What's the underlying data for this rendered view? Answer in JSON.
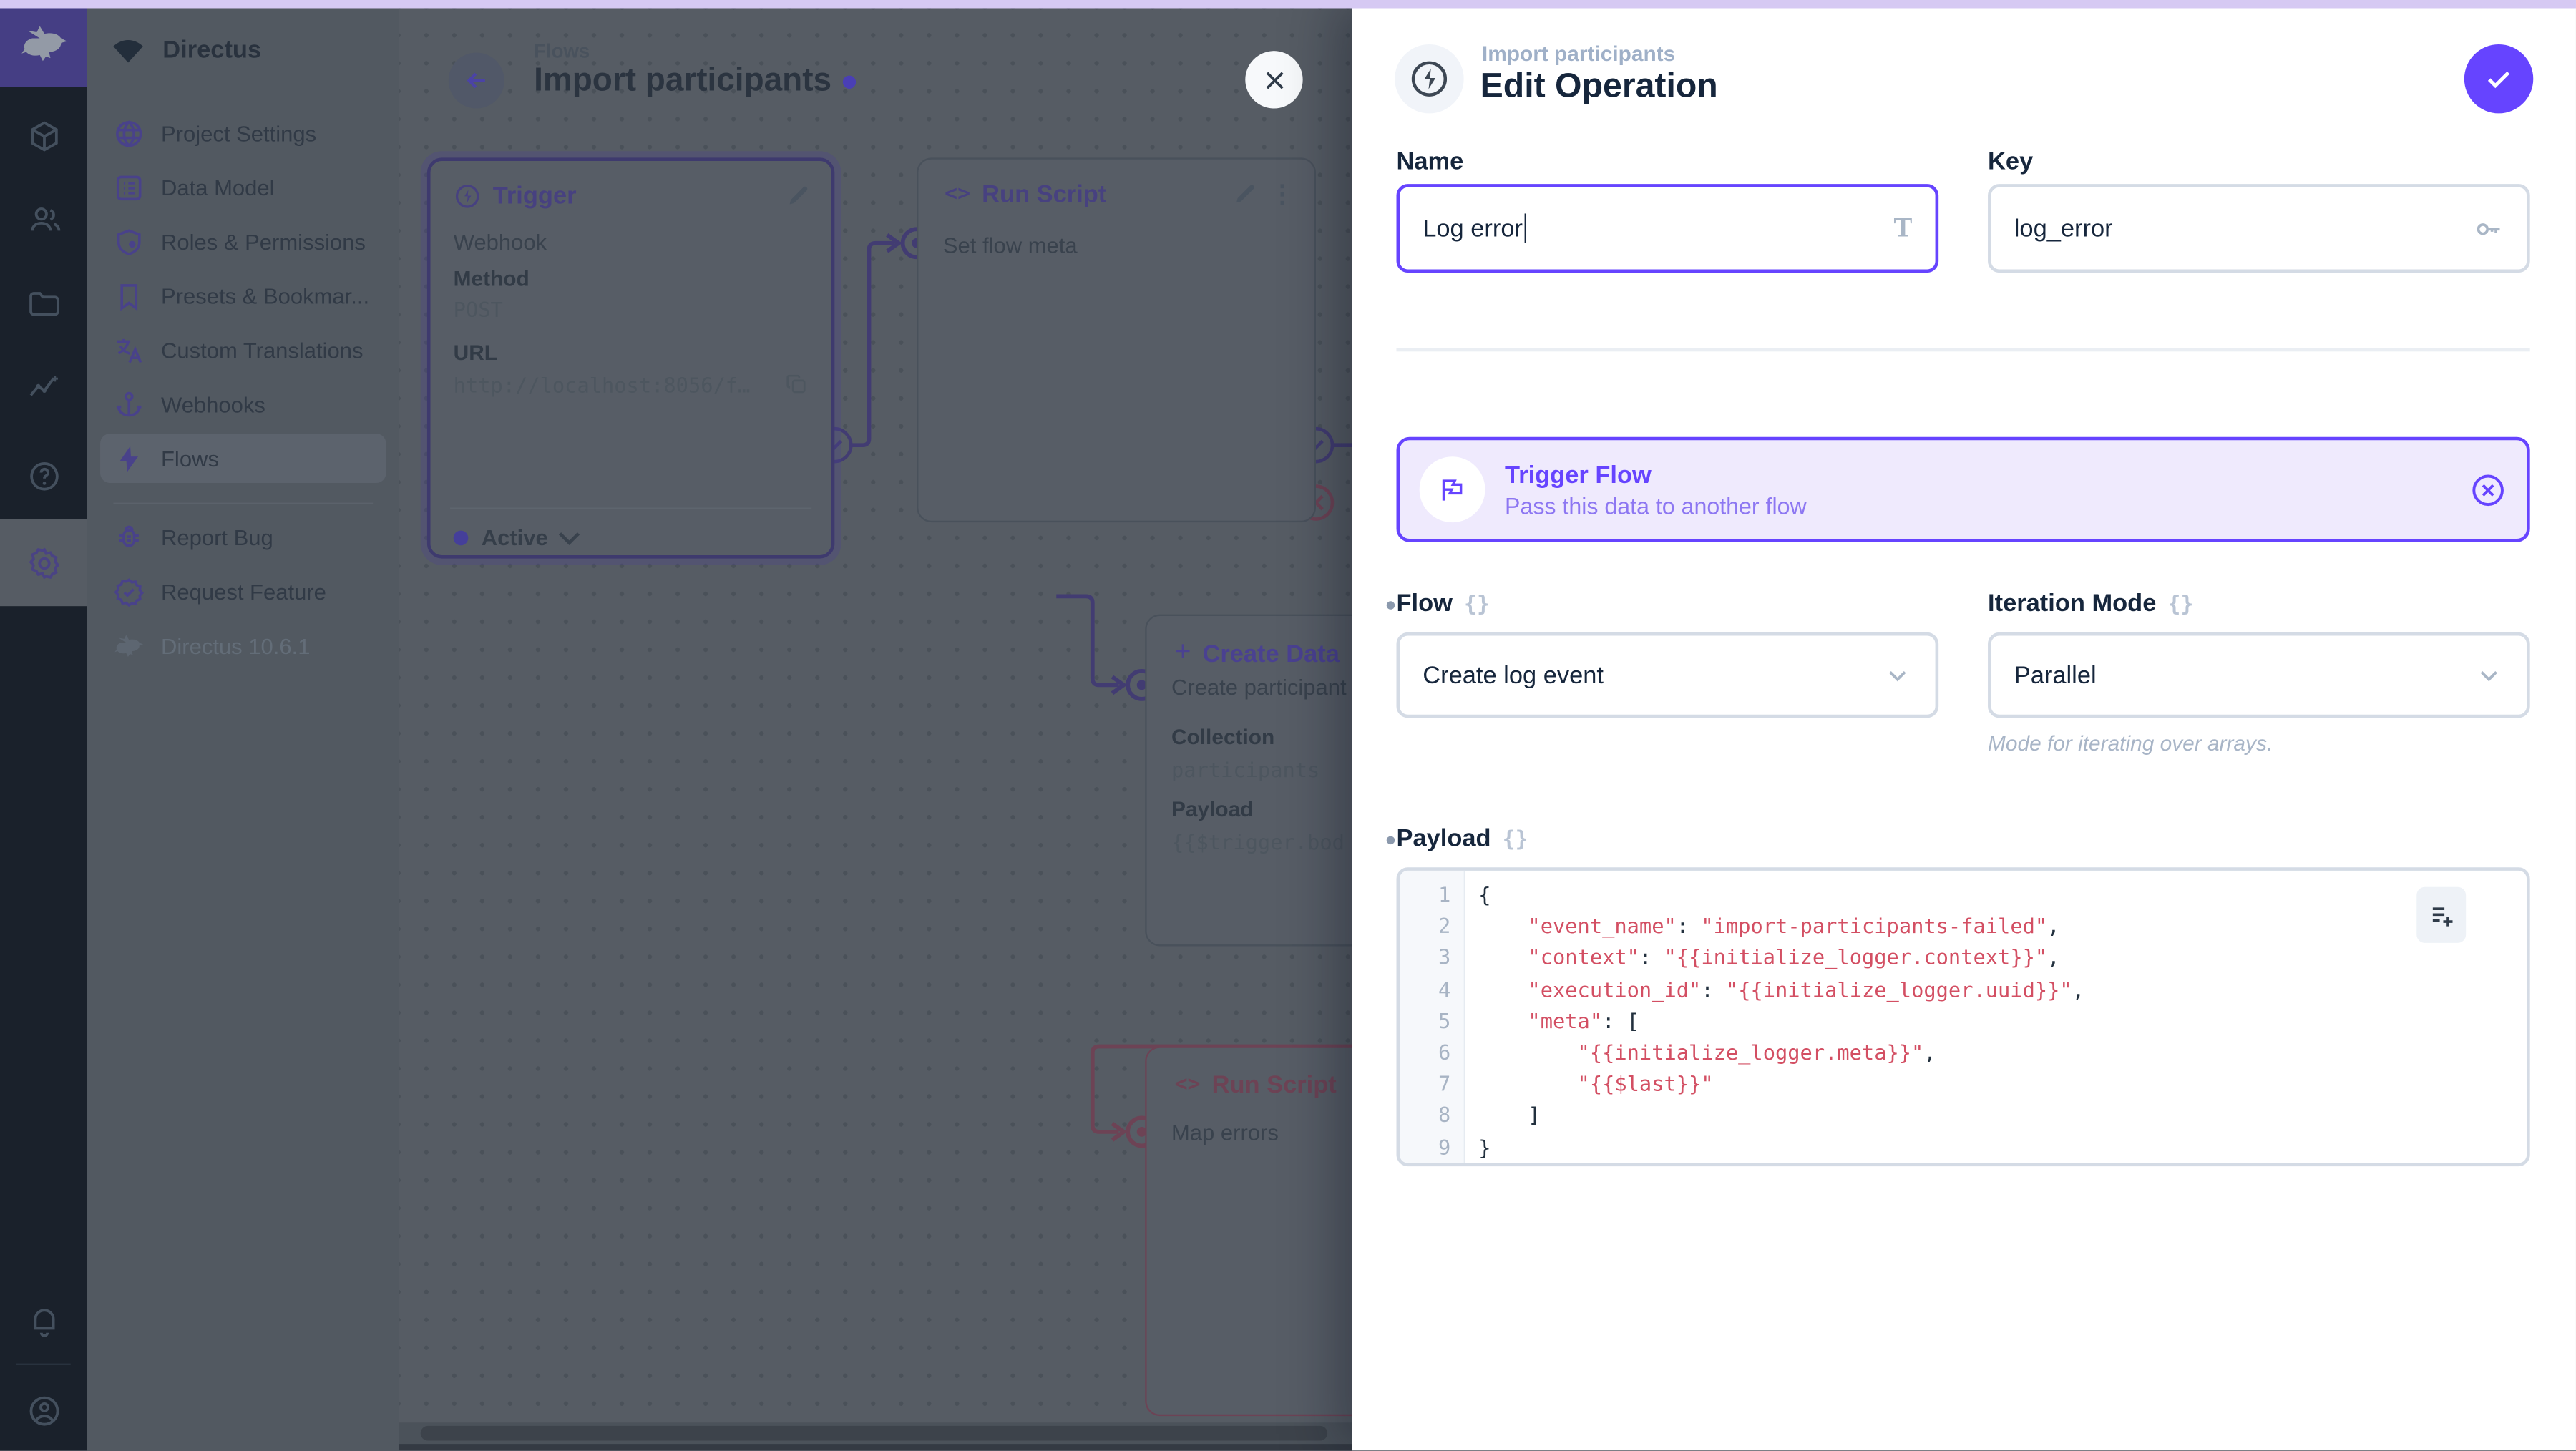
{
  "accent": "#6644ff",
  "module_bar": {
    "items": [
      "directus-logo",
      "collections",
      "users",
      "files",
      "insights",
      "help",
      "settings",
      "notifications",
      "account"
    ]
  },
  "sidebar": {
    "project_name": "Directus",
    "items": [
      {
        "label": "Project Settings"
      },
      {
        "label": "Data Model"
      },
      {
        "label": "Roles & Permissions"
      },
      {
        "label": "Presets & Bookmar..."
      },
      {
        "label": "Custom Translations"
      },
      {
        "label": "Webhooks"
      },
      {
        "label": "Flows"
      }
    ],
    "footer_items": [
      {
        "label": "Report Bug"
      },
      {
        "label": "Request Feature"
      }
    ],
    "version": "Directus 10.6.1"
  },
  "canvas": {
    "breadcrumb": "Flows",
    "title": "Import participants",
    "trigger": {
      "title": "Trigger",
      "type": "Webhook",
      "method_label": "Method",
      "method_value": "POST",
      "url_label": "URL",
      "url_value": "http://localhost:8056/f…",
      "status": "Active"
    },
    "run_script": {
      "title": "Run Script",
      "name": "Set flow meta"
    },
    "create_data": {
      "title": "Create Data",
      "name": "Create participant",
      "collection_label": "Collection",
      "collection_value": "participants",
      "payload_label": "Payload",
      "payload_value": "{{$trigger.bod"
    },
    "map_errors": {
      "title": "Run Script",
      "name": "Map errors"
    }
  },
  "drawer": {
    "breadcrumb": "Import participants",
    "title": "Edit Operation",
    "name_label": "Name",
    "name_value": "Log error",
    "key_label": "Key",
    "key_value": "log_error",
    "banner": {
      "title": "Trigger Flow",
      "subtitle": "Pass this data to another flow"
    },
    "flow_label": "Flow",
    "flow_value": "Create log event",
    "iteration_label": "Iteration Mode",
    "iteration_value": "Parallel",
    "iteration_hint": "Mode for iterating over arrays.",
    "payload_label": "Payload",
    "payload": {
      "lines": [
        [
          [
            "pun",
            "{"
          ]
        ],
        [
          [
            "str",
            "    \"event_name\""
          ],
          [
            "pun",
            ": "
          ],
          [
            "str",
            "\"import-participants-failed\""
          ],
          [
            "pun",
            ","
          ]
        ],
        [
          [
            "str",
            "    \"context\""
          ],
          [
            "pun",
            ": "
          ],
          [
            "str",
            "\"{{initialize_logger.context}}\""
          ],
          [
            "pun",
            ","
          ]
        ],
        [
          [
            "str",
            "    \"execution_id\""
          ],
          [
            "pun",
            ": "
          ],
          [
            "str",
            "\"{{initialize_logger.uuid}}\""
          ],
          [
            "pun",
            ","
          ]
        ],
        [
          [
            "str",
            "    \"meta\""
          ],
          [
            "pun",
            ": ["
          ]
        ],
        [
          [
            "str",
            "        \"{{initialize_logger.meta}}\""
          ],
          [
            "pun",
            ","
          ]
        ],
        [
          [
            "str",
            "        \"{{$last}}\""
          ]
        ],
        [
          [
            "pun",
            "    ]"
          ]
        ],
        [
          [
            "pun",
            "}"
          ]
        ]
      ]
    }
  }
}
